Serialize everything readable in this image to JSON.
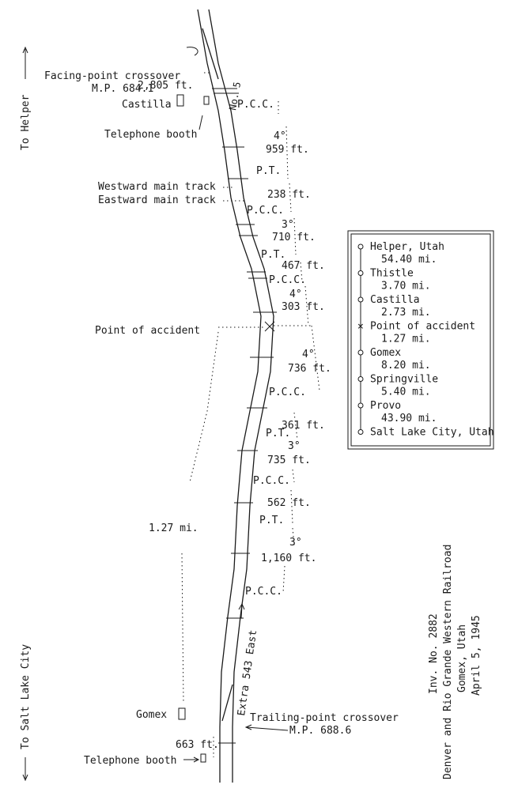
{
  "directions": {
    "top": "To Helper",
    "bottom": "To Salt Lake City"
  },
  "callouts": {
    "facing_crossover": "Facing-point crossover",
    "mp_top": "M.P. 684.1",
    "castilla_dist": "2,805 ft.",
    "castilla": "Castilla",
    "telephone_booth_top": "Telephone booth",
    "westward_main": "Westward main track",
    "eastward_main": "Eastward main track",
    "point_of_accident": "Point of accident",
    "distance_mi": "1.27 mi.",
    "gomex": "Gomex",
    "gomex_dist": "663 ft.",
    "telephone_booth_bottom": "Telephone booth",
    "trailing_crossover": "Trailing-point crossover",
    "mp_bottom": "M.P. 688.6",
    "train_no": "No. 5",
    "extra_train": "Extra 543 East"
  },
  "curve_labels": {
    "pcc_1": "P.C.C.",
    "deg_1": "4°",
    "len_1": "959 ft.",
    "pt_1": "P.T.",
    "len_2": "238 ft.",
    "pcc_2": "P.C.C.",
    "deg_2": "3°",
    "len_3": "710 ft.",
    "pt_2": "P.T.",
    "len_4": "467 ft.",
    "pcc_3": "P.C.C.",
    "deg_3": "4°",
    "len_5": "303 ft.",
    "deg_4": "4°",
    "len_6": "736 ft.",
    "pcc_4": "P.C.C.",
    "len_7": "361 ft.",
    "pt_3": "P.T.",
    "deg_5": "3°",
    "len_8": "735 ft.",
    "pcc_5": "P.C.C.",
    "len_9": "562 ft.",
    "pt_4": "P.T.",
    "deg_6": "3°",
    "len_10": "1,160 ft.",
    "pcc_6": "P.C.C."
  },
  "legend": {
    "stations": [
      {
        "name": "Helper, Utah",
        "dist": "54.40 mi."
      },
      {
        "name": "Thistle",
        "dist": "3.70 mi."
      },
      {
        "name": "Castilla",
        "dist": "2.73 mi."
      },
      {
        "name": "Point of accident",
        "dist": "1.27 mi."
      },
      {
        "name": "Gomex",
        "dist": "8.20 mi."
      },
      {
        "name": "Springville",
        "dist": "5.40 mi."
      },
      {
        "name": "Provo",
        "dist": "43.90 mi."
      },
      {
        "name": "Salt Lake City, Utah",
        "dist": ""
      }
    ]
  },
  "caption": {
    "inv": "Inv. No. 2882",
    "railroad": "Denver and Rio Grande Western Railroad",
    "place": "Gomex, Utah",
    "date": "April 5, 1945"
  }
}
